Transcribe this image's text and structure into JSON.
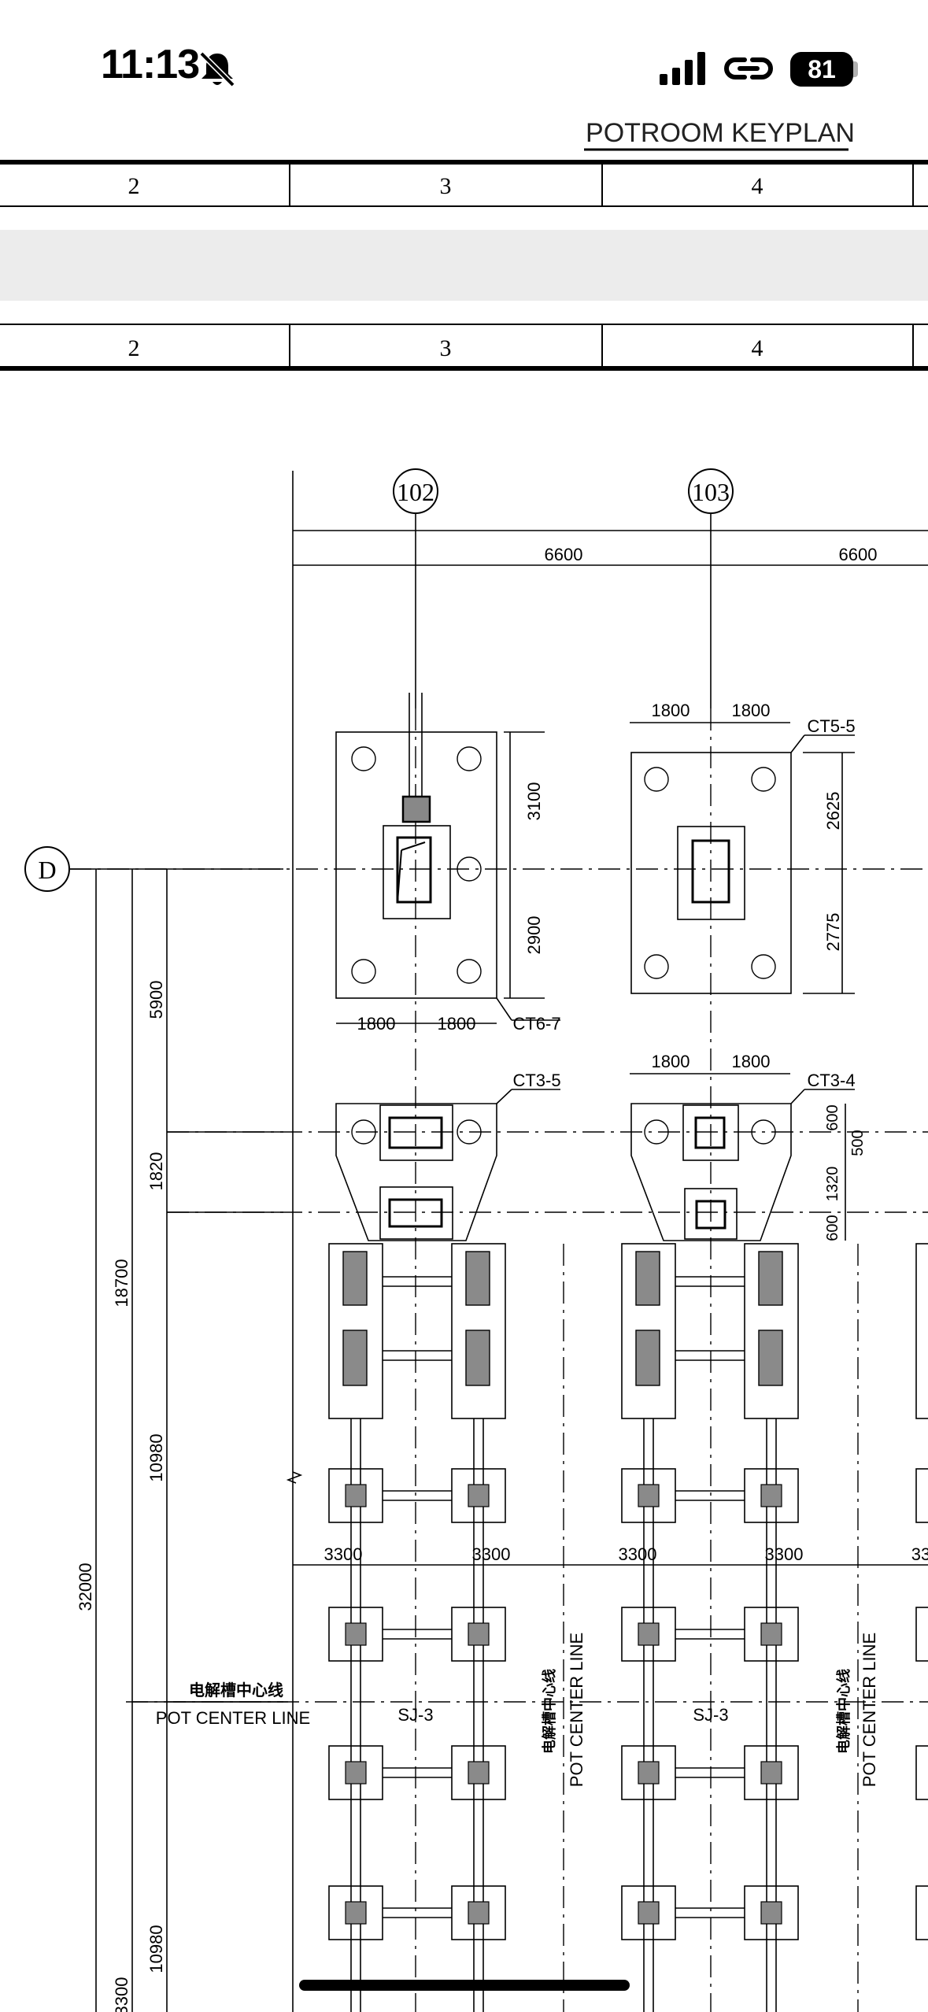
{
  "status_bar": {
    "time": "11:13",
    "battery": "81"
  },
  "drawing": {
    "keyplan_title": "POTROOM KEYPLAN",
    "table_top": [
      "2",
      "3",
      "4"
    ],
    "table_bottom": [
      "2",
      "3",
      "4"
    ],
    "grid_bubbles": [
      "102",
      "103",
      "D"
    ],
    "dimensions": {
      "top_span_1": "6600",
      "top_span_2": "6600",
      "ct6_width_l": "1800",
      "ct6_width_r": "1800",
      "ct6_upper": "3100",
      "ct6_lower": "2900",
      "ct5_width_l": "1800",
      "ct5_width_r": "1800",
      "ct5_upper": "2625",
      "ct5_lower": "2775",
      "ct3_4_width_l": "1800",
      "ct3_4_width_r": "1800",
      "ct3_4_a": "600",
      "ct3_4_b": "500",
      "ct3_4_c": "1320",
      "ct3_4_d": "600",
      "left_5900": "5900",
      "left_1820": "1820",
      "left_18700": "18700",
      "left_10980_a": "10980",
      "left_32000": "32000",
      "left_10980_b": "10980",
      "left_3300": "3300",
      "span_3300_a": "3300",
      "span_3300_b": "3300",
      "span_3300_c": "3300",
      "span_3300_d": "3300",
      "span_3300_e": "33"
    },
    "labels": {
      "ct6_7": "CT6-7",
      "ct5_5": "CT5-5",
      "ct3_5": "CT3-5",
      "ct3_4": "CT3-4",
      "sj3_a": "SJ-3",
      "sj3_b": "SJ-3",
      "pot_center_cn": "电解槽中心线",
      "pot_center_en": "POT CENTER LINE",
      "pot_center_cn_v1": "电解槽中心线",
      "pot_center_en_v1": "POT CENTER LINE",
      "pot_center_cn_v2": "电解槽中心线",
      "pot_center_en_v2": "POT CENTER LINE"
    }
  }
}
